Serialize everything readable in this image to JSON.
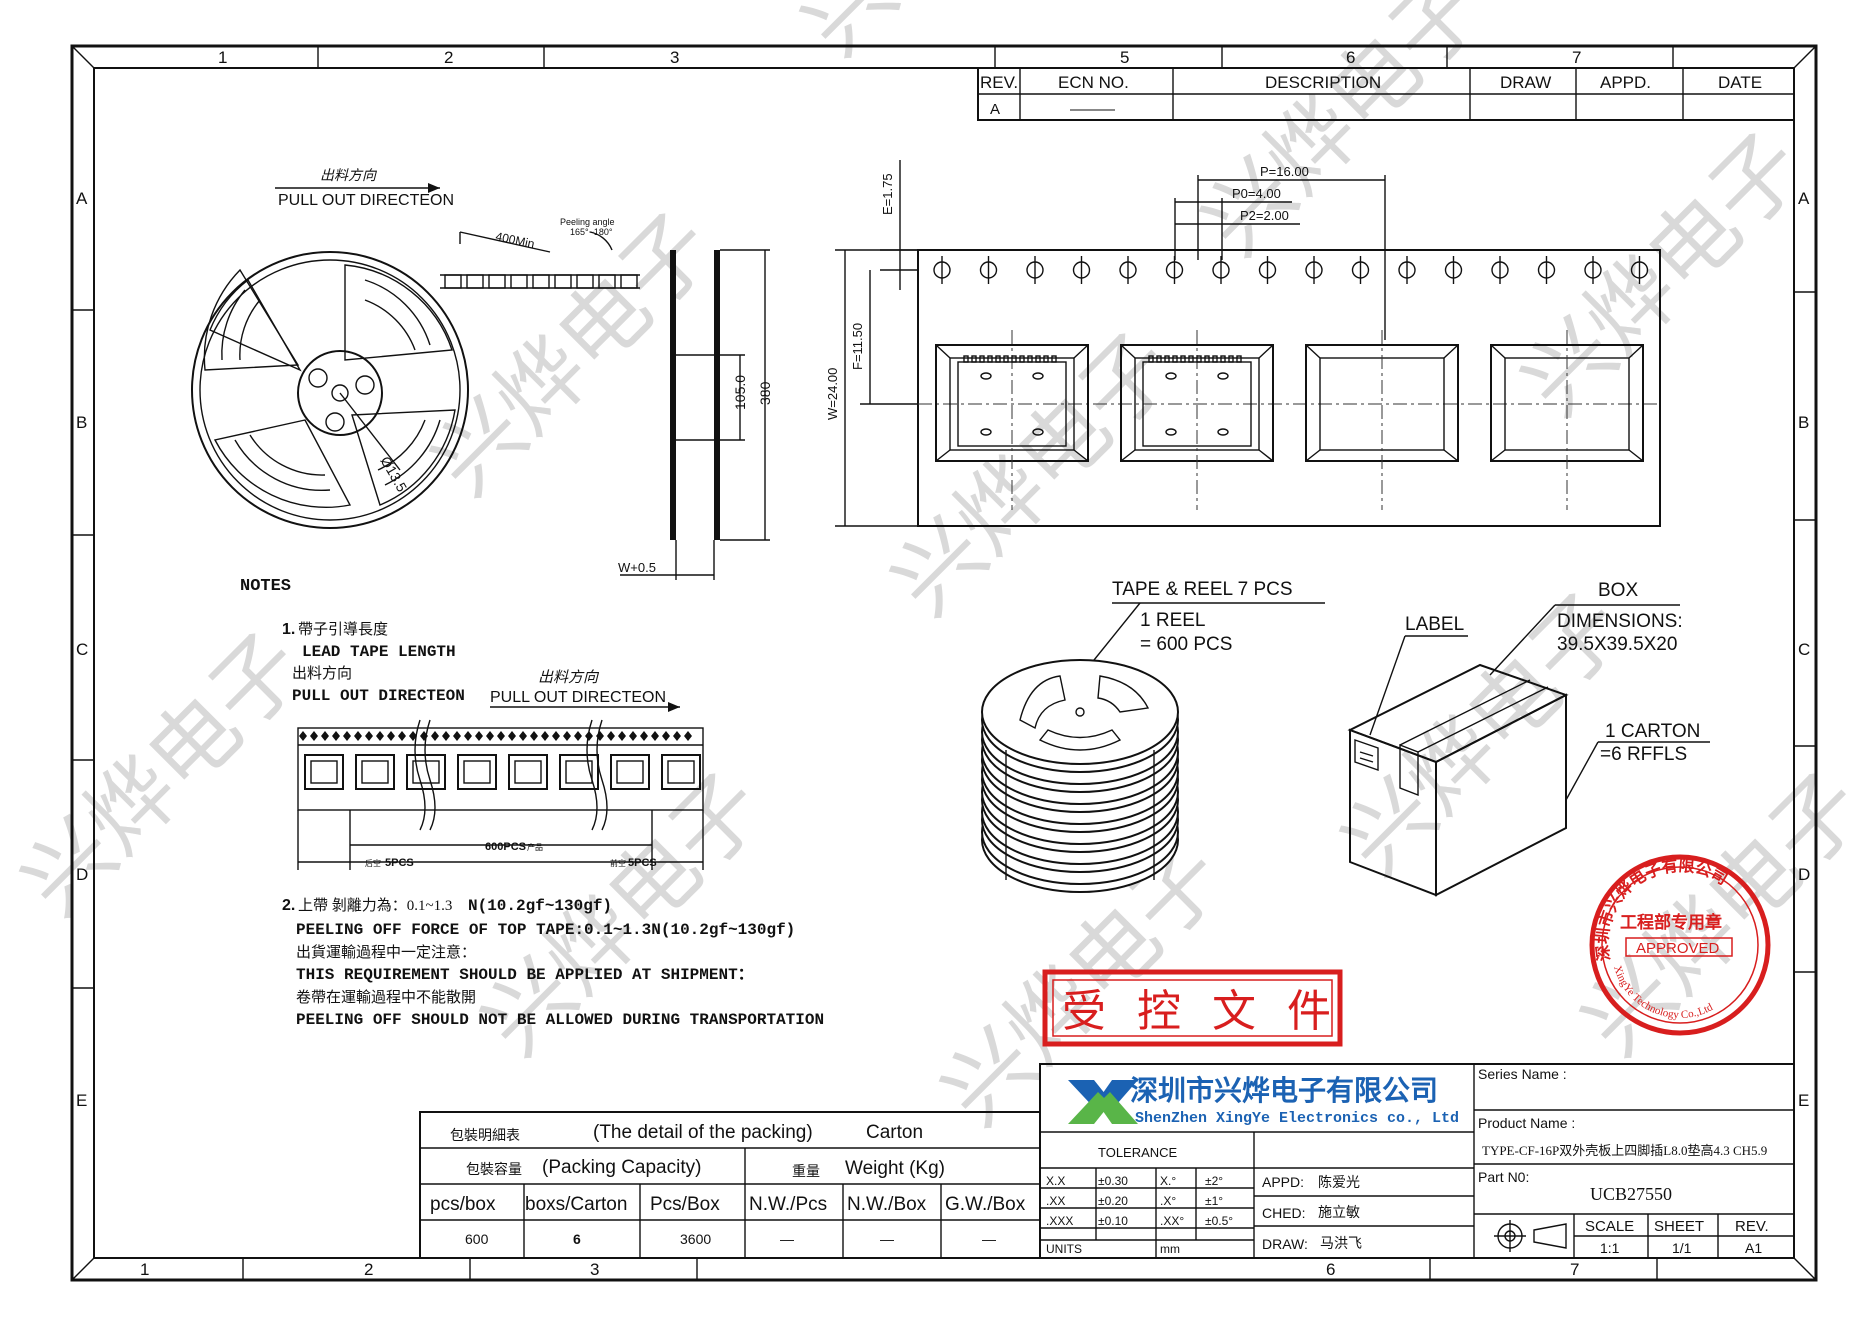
{
  "grid": {
    "cols_top": [
      "1",
      "2",
      "3",
      "5",
      "6",
      "7"
    ],
    "cols_bottom": [
      "1",
      "2",
      "3",
      "6",
      "7"
    ],
    "rows": [
      "A",
      "B",
      "C",
      "D",
      "E"
    ]
  },
  "revision_table": {
    "headers": [
      "REV.",
      "ECN NO.",
      "DESCRIPTION",
      "DRAW",
      "APPD.",
      "DATE"
    ],
    "row": [
      "A",
      "———",
      "",
      "",
      "",
      ""
    ]
  },
  "reel": {
    "direction_cn": "出料方向",
    "direction_en": "PULL OUT DIRECTEON",
    "leader_length": "400Min",
    "peeling_angle_label": "Peeling angle",
    "peeling_angle_value": "165°~180°",
    "hub_dia": "Ø13.5",
    "width_inner": "105.0",
    "width_outer": "380",
    "flange_gap": "W+0.5"
  },
  "tape": {
    "E": "E=1.75",
    "F": "F=11.50",
    "W": "W=24.00",
    "P": "P=16.00",
    "P0": "P0=4.00",
    "P2": "P2=2.00"
  },
  "notes": {
    "title": "NOTES",
    "n1_num": "1.",
    "n1_cn": "帶子引導長度",
    "n1_en": "LEAD TAPE LENGTH",
    "n1_dir_cn": "出料方向",
    "n1_dir_en": "PULL OUT DIRECTEON",
    "n1_dir_cn2": "出料方向",
    "n1_dir_en2": "PULL OUT DIRECTEON",
    "strip_total": "600PCS",
    "strip_total_cn": "产品",
    "strip_left_cn": "后空",
    "strip_left": "5PCS",
    "strip_right_cn": "前空",
    "strip_right": "5PCS",
    "n2_num": "2.",
    "n2_cn_pre": "上帶 剝離力為：0.1~1.3",
    "n2_cn_post": "N(10.2gf~130gf)",
    "n2_en": "PEELING OFF FORCE OF TOP TAPE:0.1~1.3N(10.2gf~130gf)",
    "n3_cn": "出貨運輸過程中一定注意：",
    "n3_en": "THIS REQUIREMENT SHOULD BE APPLIED AT SHIPMENT：",
    "n4_cn": "卷帶在運輸過程中不能散開",
    "n4_en": "PEELING OFF SHOULD NOT BE ALLOWED DURING TRANSPORTATION"
  },
  "tape_reel_note": {
    "title": "TAPE & REEL 7 PCS",
    "line1": "1 REEL",
    "line2": "= 600 PCS"
  },
  "box_note": {
    "label": "LABEL",
    "box": "BOX",
    "dim_title": "DIMENSIONS:",
    "dim_value": "39.5X39.5X20",
    "carton1": "1 CARTON",
    "carton2": "=6 RFFLS"
  },
  "controlled_stamp": "受 控 文 件",
  "seal": {
    "top_text": "深圳市兴烨电子有限公司",
    "center_text": "工程部专用章",
    "approved": "APPROVED",
    "en_text": "XingYe Technology Co.,Ltd",
    "color": "#d81e1e"
  },
  "watermark": "兴烨电子",
  "packing": {
    "title_cn": "包裝明細表",
    "title_en": "(The detail of the packing)",
    "title_tail": "Carton",
    "capacity_cn": "包裝容量",
    "capacity_en": "(Packing Capacity)",
    "weight_cn": "重量",
    "weight_en": "Weight (Kg)",
    "columns": [
      "pcs/box",
      "boxs/Carton",
      "Pcs/Box",
      "N.W./Pcs",
      "N.W./Box",
      "G.W./Box"
    ],
    "values": [
      "600",
      "6",
      "3600",
      "—",
      "—",
      "—"
    ]
  },
  "company": {
    "name_cn": "深圳市兴烨电子有限公司",
    "name_en": "ShenZhen XingYe Electronics co., Ltd",
    "logo_colors": [
      "#1b62b3",
      "#59b548"
    ]
  },
  "tolerance": {
    "title": "TOLERANCE",
    "rows": [
      [
        "X.X",
        "±0.30",
        "X.°",
        "±2°"
      ],
      [
        ".XX",
        "±0.20",
        ".X°",
        "±1°"
      ],
      [
        ".XXX",
        "±0.10",
        ".XX°",
        "±0.5°"
      ]
    ],
    "units_label": "UNITS",
    "units_value": "mm"
  },
  "approvals": {
    "appd_label": "APPD:",
    "appd_value": "陈爱光",
    "ched_label": "CHED:",
    "ched_value": "施立敏",
    "draw_label": "DRAW:",
    "draw_value": "马洪飞"
  },
  "title_block": {
    "series_label": "Series Name :",
    "series_value": "",
    "product_label": "Product Name :",
    "product_value": "TYPE-CF-16P双外壳板上四脚插L8.0垫高4.3 CH5.9",
    "part_label": "Part N0:",
    "part_value": "UCB27550",
    "scale_label": "SCALE",
    "scale_value": "1:1",
    "sheet_label": "SHEET",
    "sheet_value": "1/1",
    "rev_label": "REV.",
    "rev_value": "A1"
  }
}
